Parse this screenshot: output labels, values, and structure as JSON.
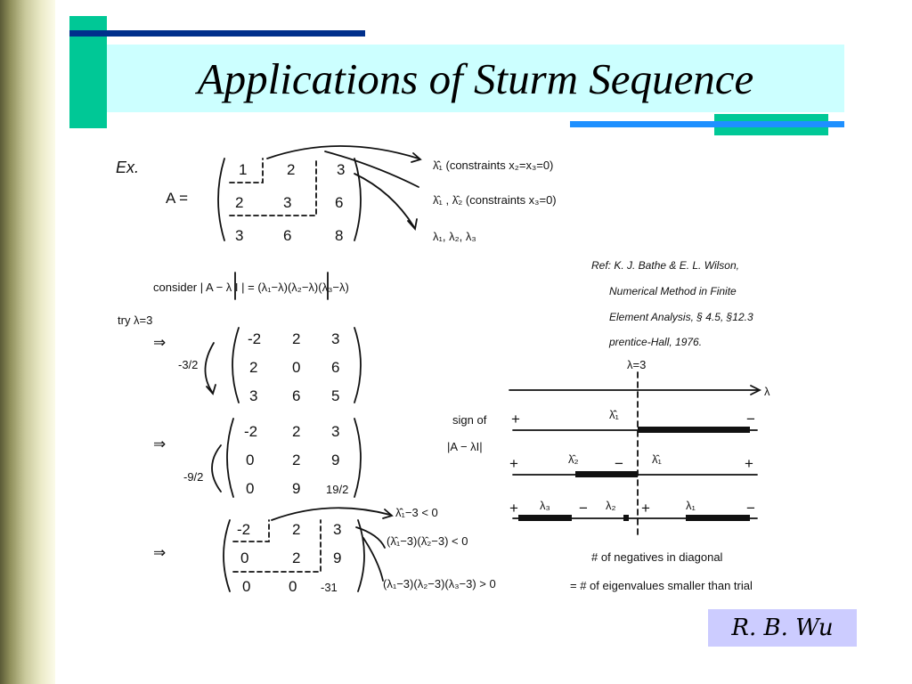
{
  "slide": {
    "title": "Applications of Sturm Sequence",
    "credit": "R. B. Wu"
  },
  "notes": {
    "example_label": "Ex.",
    "matrix_label": "A =",
    "matrix_rows": [
      [
        "1",
        "2",
        "3"
      ],
      [
        "2",
        "3",
        "6"
      ],
      [
        "3",
        "6",
        "8"
      ]
    ],
    "eigen_notes": [
      "λ̂̂₁ (constraints x₂=x₃=0)",
      "λ̂₁ , λ̂₂ (constraints x₃=0)",
      "λ₁, λ₂, λ₃"
    ],
    "consider_line": "consider | A − λ I | = (λ₁−λ)(λ₂−λ)(λ₃−λ)",
    "reference_lines": [
      "Ref: K. J. Bathe & E. L. Wilson,",
      "Numerical Method in Finite",
      "Element Analysis, § 4.5, §12.3",
      "prentice-Hall, 1976."
    ],
    "try_line": "try λ=3",
    "arrow_symbol": "⇒",
    "multiplier_1": "-3/2",
    "multiplier_2": "-9/2",
    "step1_rows": [
      [
        "-2",
        "2",
        "3"
      ],
      [
        "2",
        "0",
        "6"
      ],
      [
        "3",
        "6",
        "5"
      ]
    ],
    "step2_rows": [
      [
        "-2",
        "2",
        "3"
      ],
      [
        "0",
        "2",
        "9"
      ],
      [
        "0",
        "9",
        "19/2"
      ]
    ],
    "step3_rows": [
      [
        "-2",
        "2",
        "3"
      ],
      [
        "0",
        "2",
        "9"
      ],
      [
        "0",
        "0",
        "-31"
      ]
    ],
    "inequalities": [
      "λ̂̂₁−3 < 0",
      "(λ̂₁−3)(λ̂₂−3) < 0",
      "(λ₁−3)(λ₂−3)(λ₃−3) > 0"
    ],
    "count_lines": [
      "# of negatives in diagonal",
      "= # of eigenvalues smaller than trial"
    ],
    "sign_label_1": "sign of",
    "sign_label_2": "|A − λI|",
    "number_line": {
      "trial_label": "λ=3",
      "axis_label": "λ",
      "row1": {
        "left": "+",
        "mid": "λ̂̂₁",
        "right": "−"
      },
      "row2": {
        "left": "+",
        "a": "λ̂₂",
        "minus": "−",
        "b": "λ̂₁",
        "right": "+"
      },
      "row3": {
        "left": "+",
        "a": "λ₃",
        "m1": "−",
        "b": "λ₂",
        "p": "+",
        "c": "λ₁",
        "right": "−"
      }
    }
  }
}
